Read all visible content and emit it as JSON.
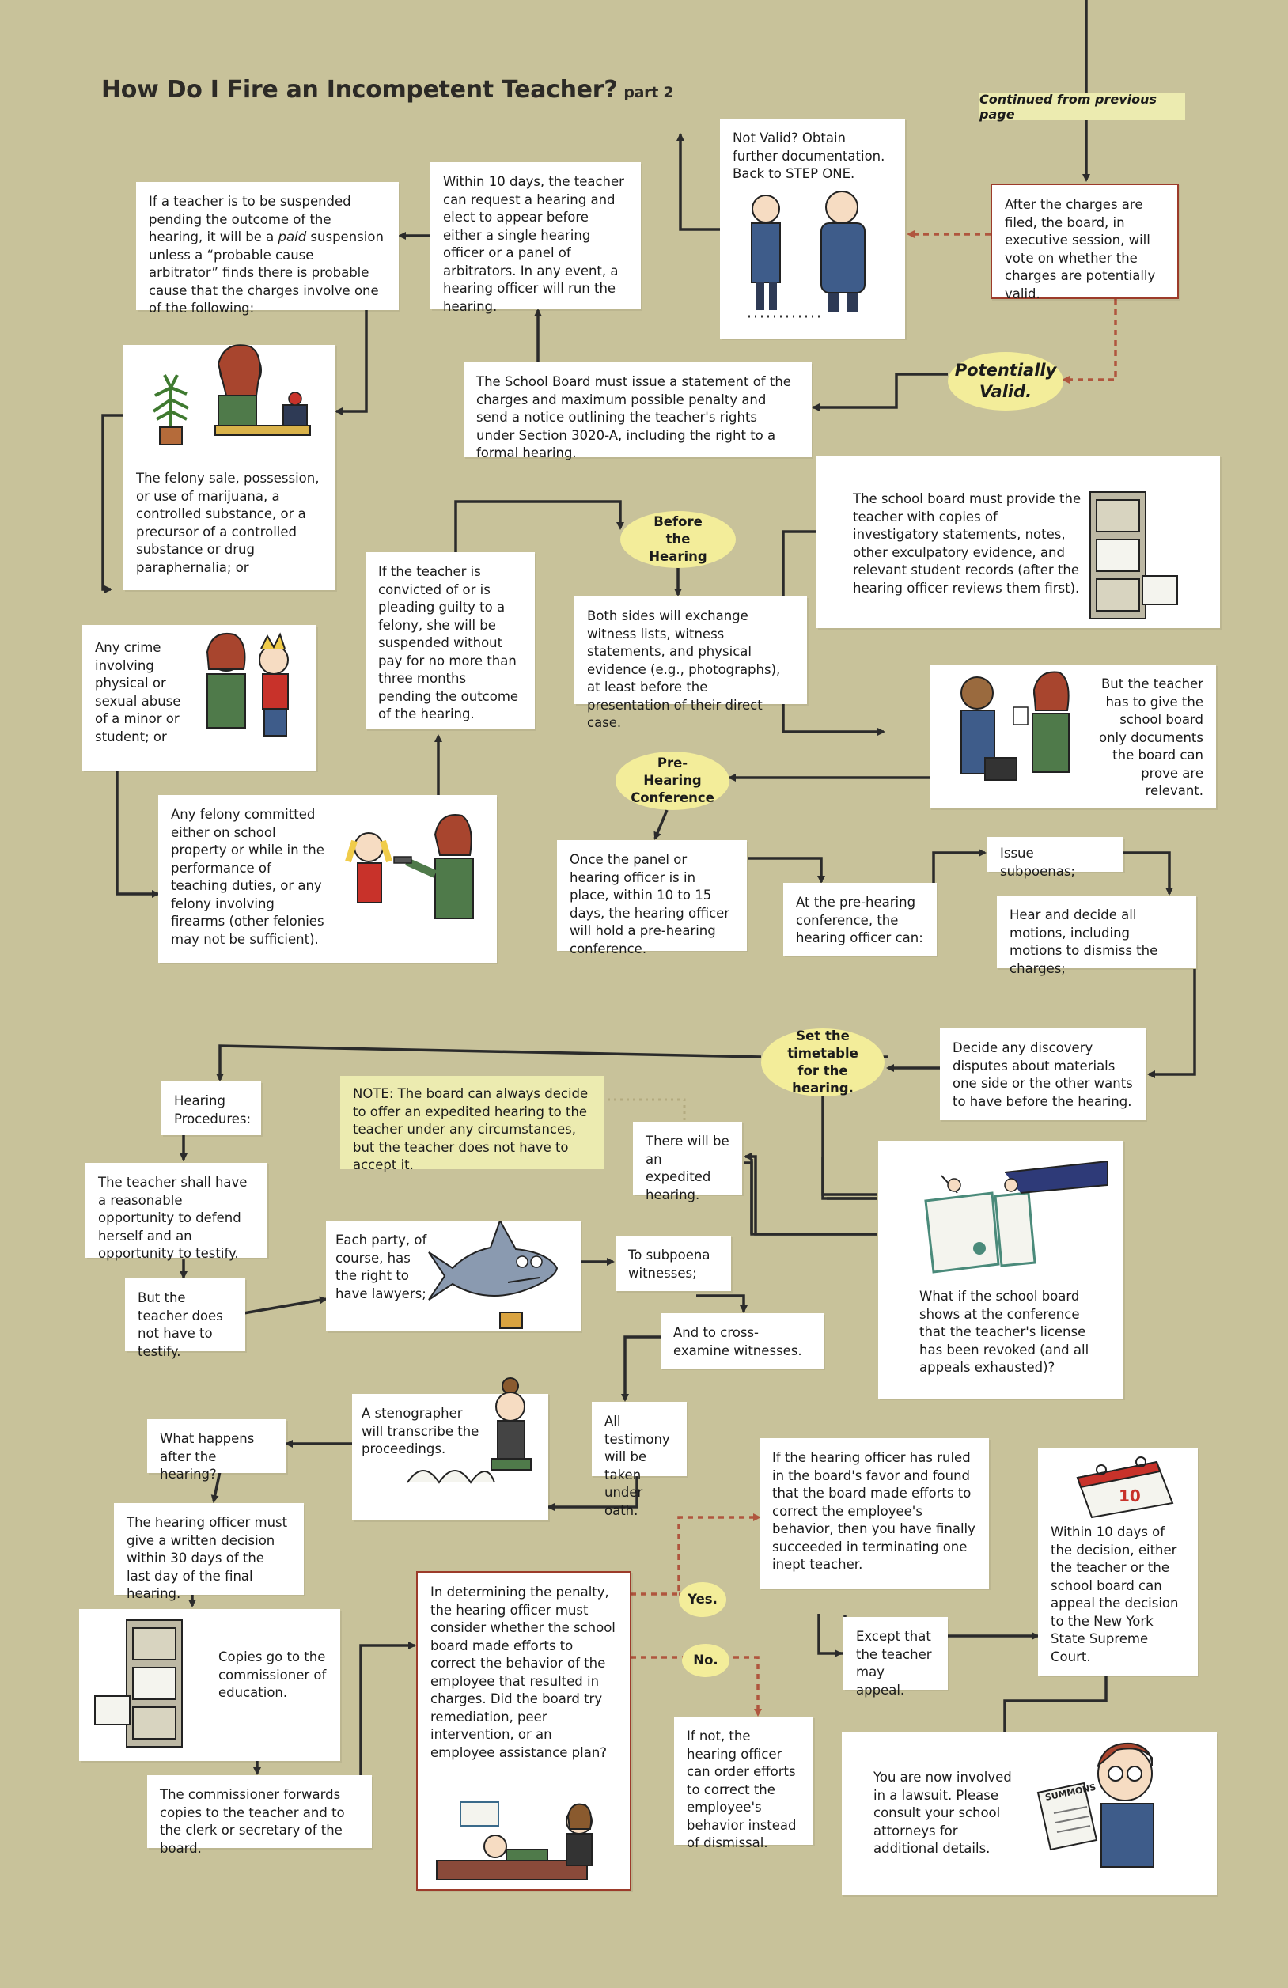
{
  "title": {
    "main": "How Do I Fire an Incompetent Teacher?",
    "part": "part 2"
  },
  "continued": "Continued from previous page",
  "boxes": {
    "after_charges": "After the charges are filed, the board, in executive session, will vote on whether the charges are potentially valid.",
    "not_valid": "Not Valid? Obtain further documentation. Back to STEP ONE.",
    "potentially_valid": "Potentially Valid.",
    "statement": "The School Board must issue a statement of the charges and maximum possible penalty and send a notice outlining the teacher's rights under Section 3020-A, including the right to a formal hearing.",
    "within10": "Within 10 days, the teacher can request a hearing and elect to appear before either a single hearing officer or a panel of arbitrators. In any event, a hearing officer will run the hearing.",
    "suspended_1": "If a teacher is to be suspended pending the outcome of the hearing, it will be a ",
    "suspended_paid": "paid",
    "suspended_2": " suspension unless a “probable cause arbitrator” finds there is probable cause that the charges involve one of the following:",
    "felony_sale": "The felony sale, possession, or use of marijuana, a controlled substance, or a precursor of a controlled substance or drug paraphernalia; or",
    "any_crime": "Any crime involving physical or sexual abuse of a minor or student; or",
    "any_felony": "Any felony committed either on school property or while in the performance of teaching duties, or any felony involving firearms (other felonies may not be sufficient).",
    "convicted": "If the teacher is convicted of or is pleading guilty to a felony, she will be suspended without pay for no more than three months pending the outcome of the hearing.",
    "before_hearing": "Before the Hearing",
    "exchange": "Both sides will exchange witness lists, witness statements, and physical evidence (e.g., photographs), at least before the presentation of their direct case.",
    "school_board_provide": "The school board must provide the teacher with copies of investigatory statements, notes, other exculpatory evidence, and relevant student records (after the hearing officer reviews them first).",
    "but_teacher_give": "But the teacher has to give the school board only documents the board can prove are relevant.",
    "pre_hearing_conf": "Pre-Hearing Conference",
    "once_panel": "Once the panel or hearing officer is in place, within 10 to 15 days, the hearing officer will hold a pre-hearing conference.",
    "at_prehearing": "At the pre-hearing conference, the hearing officer can:",
    "issue_subpoenas": "Issue subpoenas;",
    "hear_decide": "Hear and decide all motions, including motions to dismiss the charges;",
    "decide_discovery": "Decide any discovery disputes about materials one side or the other wants to have before the hearing.",
    "set_timetable": "Set the timetable for the hearing.",
    "hearing_procedures": "Hearing Procedures:",
    "note": "NOTE: The board can always decide to offer an expedited hearing to the teacher under any circumstances, but the teacher does not have to accept it.",
    "expedited": "There will be an expedited hearing.",
    "license_revoked": "What if the school board shows at the conference that the teacher's license has been revoked (and all appeals exhausted)?",
    "reasonable_opp": "The teacher shall have a reasonable opportunity to defend herself and an opportunity to testify.",
    "not_testify": "But the teacher does not have to testify.",
    "lawyers": "Each party, of course, has the right to have lawyers;",
    "subpoena_witnesses": "To subpoena witnesses;",
    "cross_examine": "And to cross-examine witnesses.",
    "under_oath": "All testimony will be taken under oath.",
    "stenographer": "A stenographer will transcribe the proceedings.",
    "what_happens": "What happens after the hearing?",
    "written_decision": "The hearing officer must give a written decision within 30 days of the last day of the final hearing.",
    "copies_commissioner": "Copies go to the commissioner of education.",
    "commissioner_forwards": "The commissioner forwards copies to the teacher and to the clerk or secretary of the board.",
    "penalty": "In determining the penalty, the hearing officer must consider whether the school board made efforts to correct the behavior of the employee that resulted in charges. Did the board try remediation, peer intervention, or an employee assistance plan?",
    "yes": "Yes.",
    "no": "No.",
    "if_not": "If not, the hearing officer can order efforts to correct the employee's behavior instead of dismissal.",
    "ruled_favor": "If the hearing officer has ruled in the board's favor and found that the board made efforts to correct the employee's behavior, then you have finally succeeded in terminating one inept teacher.",
    "except_appeal": "Except that the teacher may appeal.",
    "within10_decision": "Within 10 days of the decision, either the teacher or the school board can appeal the decision to the New York State Supreme Court.",
    "lawsuit": "You are now involved in a lawsuit. Please consult your school attorneys for additional details."
  },
  "illustration_text": {
    "calendar_day": "10",
    "summons": "SUMMONS"
  },
  "colors": {
    "background": "#c8c29a",
    "box": "#ffffff",
    "oval": "#f3ed9a",
    "note": "#ecebb0",
    "arrow": "#2b2b2b",
    "dashed_red": "#b0563e"
  }
}
